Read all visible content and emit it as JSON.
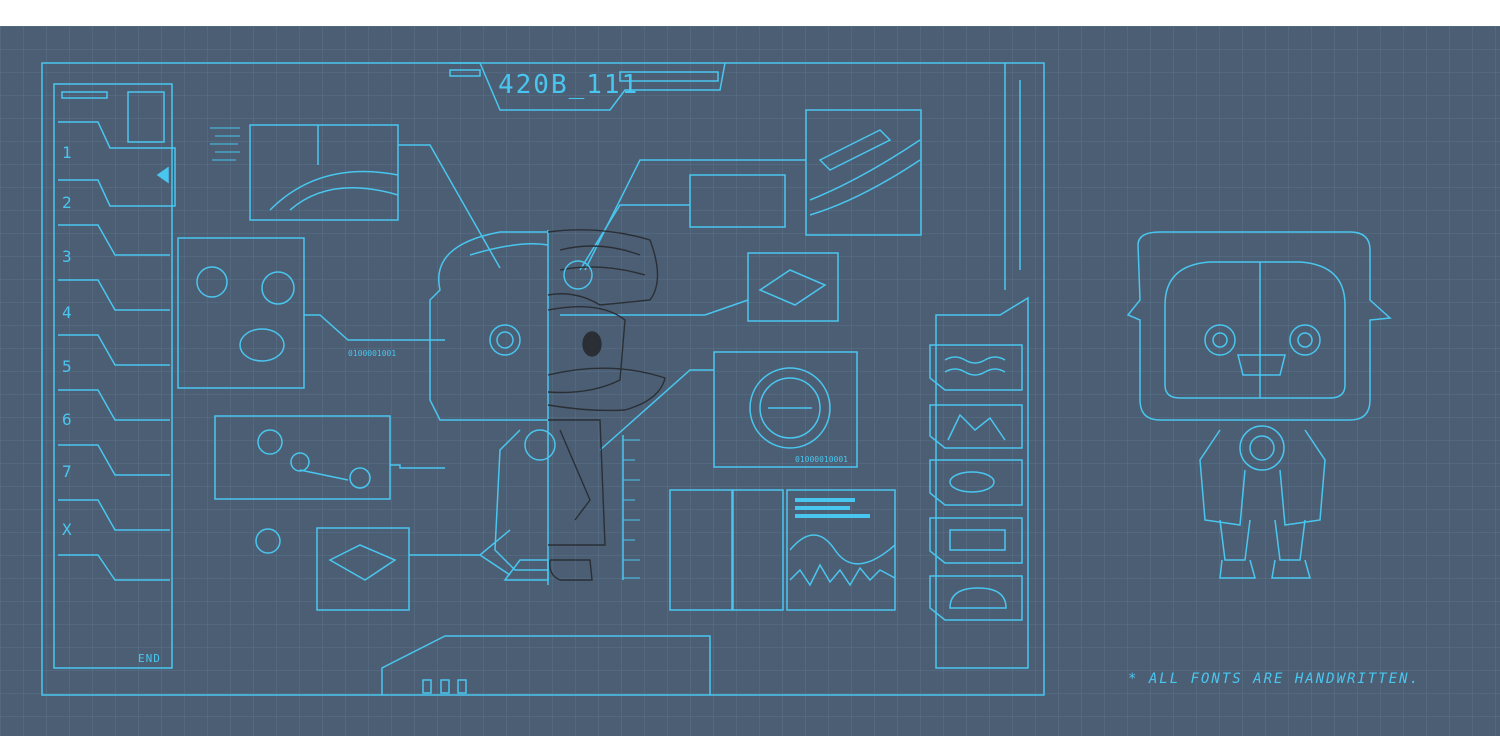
{
  "header": {
    "code": "420B_111"
  },
  "sidebar": {
    "steps": [
      "1",
      "2",
      "3",
      "4",
      "5",
      "6",
      "7",
      "X"
    ],
    "end_label": "END"
  },
  "right_tools": [
    "wave-icon",
    "chart-icon",
    "pill-icon",
    "battery-icon",
    "bread-icon"
  ],
  "footnote": "* ALL FONTS ARE HANDWRITTEN.",
  "colors": {
    "background": "#4c5e73",
    "line": "#49c6ef",
    "ink": "#2a2f36"
  }
}
